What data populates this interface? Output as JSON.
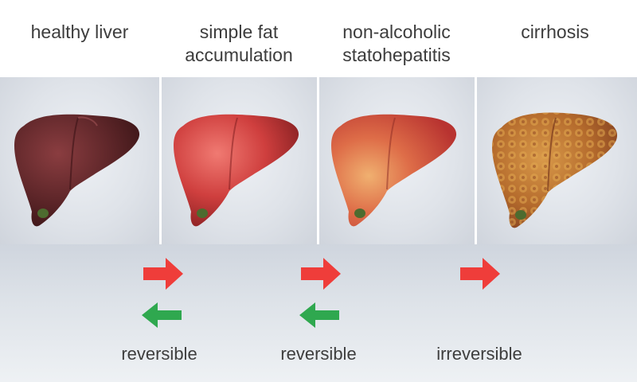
{
  "stages": [
    {
      "title": "healthy liver",
      "color": "#6b2b2e"
    },
    {
      "title": "simple fat\naccumulation",
      "color": "#c9403f"
    },
    {
      "title": "non-alcoholic\nstatohepatitis",
      "color": "#d7693f"
    },
    {
      "title": "cirrhosis",
      "color": "#b86a2e"
    }
  ],
  "transitions": [
    {
      "label": "reversible",
      "forward_color": "#ef3d3a",
      "backward_color": "#2fa84f",
      "backward": true
    },
    {
      "label": "reversible",
      "forward_color": "#ef3d3a",
      "backward_color": "#2fa84f",
      "backward": true
    },
    {
      "label": "irreversible",
      "forward_color": "#ef3d3a",
      "backward": false
    }
  ],
  "icons": {
    "forward": "arrow-right-icon",
    "backward": "arrow-left-icon"
  }
}
